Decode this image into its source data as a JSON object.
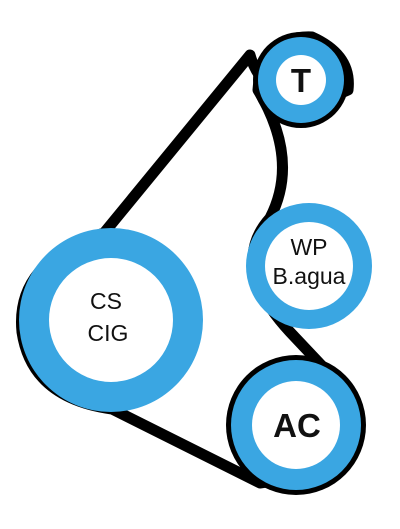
{
  "diagram": {
    "colors": {
      "belt": "#000000",
      "pulley_ring": "#3aa6e2",
      "pulley_hub": "#ffffff",
      "label": "#111111"
    },
    "pulleys": {
      "tensioner": {
        "label": "T"
      },
      "water_pump": {
        "line1": "WP",
        "line2": "B.agua"
      },
      "crankshaft": {
        "line1": "CS",
        "line2": "CIG"
      },
      "ac": {
        "label": "AC"
      }
    }
  }
}
